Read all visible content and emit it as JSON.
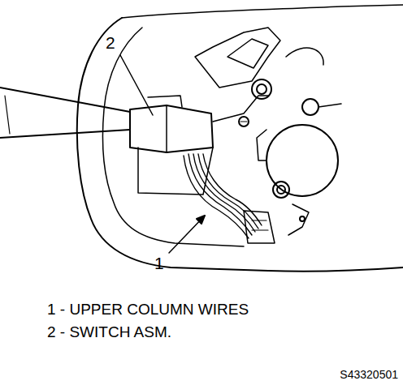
{
  "diagram": {
    "labels": [
      "2",
      "1",
      "1 - UPPER COLUMN WIRES",
      "2 - SWITCH ASM.",
      "S43320501"
    ]
  }
}
